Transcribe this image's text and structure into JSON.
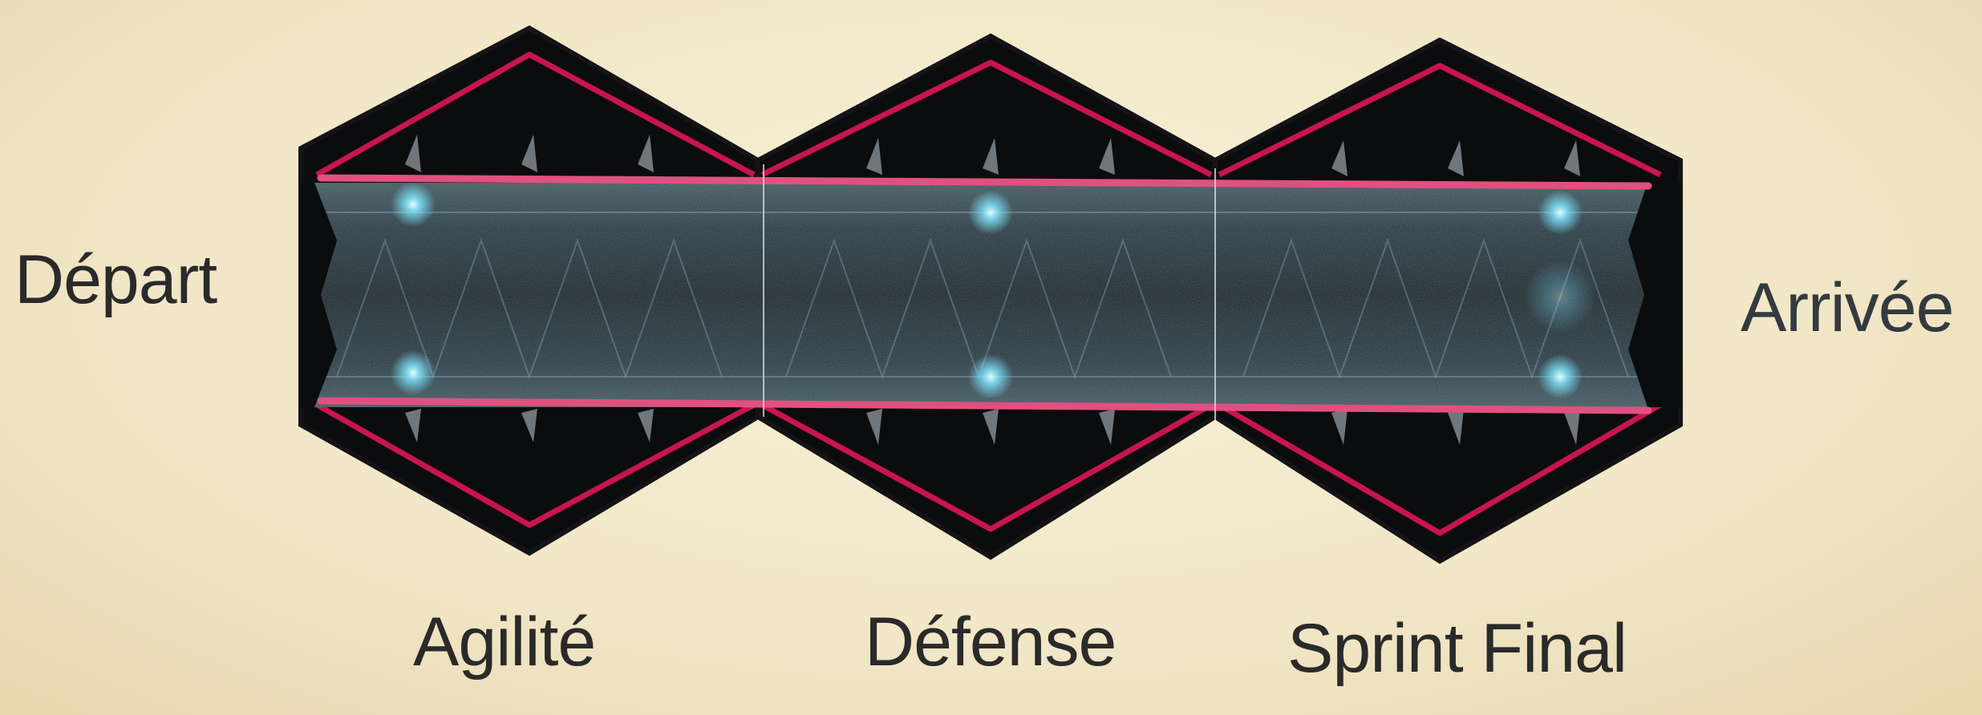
{
  "labels": {
    "start": "Départ",
    "end": "Arrivée"
  },
  "sections": [
    {
      "label": "Agilité"
    },
    {
      "label": "Défense"
    },
    {
      "label": "Sprint Final"
    }
  ],
  "colors": {
    "background": "#f3e9cc",
    "tile": "#0b0c0e",
    "border": "#c8154f",
    "track": "#2d4149",
    "glow": "#7fe6ff",
    "label": "#2a2a2a"
  }
}
